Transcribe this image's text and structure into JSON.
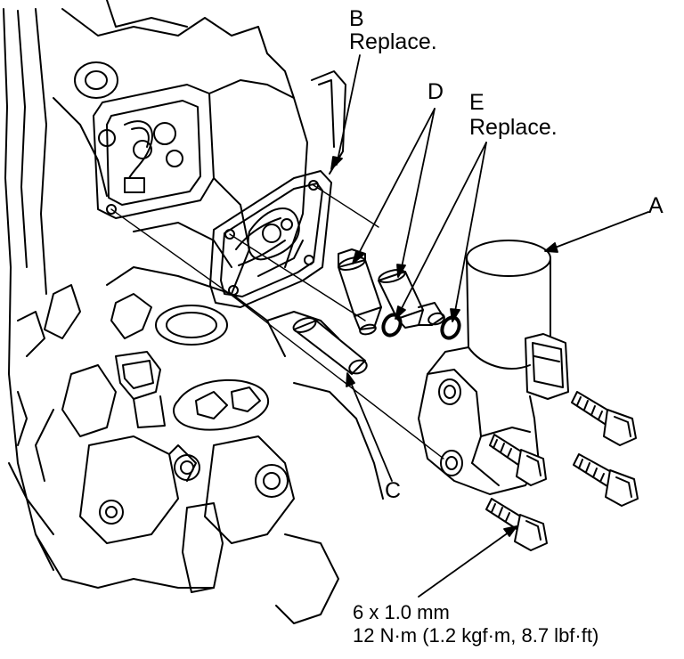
{
  "labels": {
    "b_letter": "B",
    "b_note": "Replace.",
    "d_letter": "D",
    "e_letter": "E",
    "e_note": "Replace.",
    "a_letter": "A",
    "c_letter": "C"
  },
  "spec": {
    "line1": "6 x 1.0 mm",
    "line2": "12 N·m (1.2 kgf·m, 8.7 lbf·ft)"
  },
  "colors": {
    "ink": "#000000",
    "background": "#ffffff"
  }
}
